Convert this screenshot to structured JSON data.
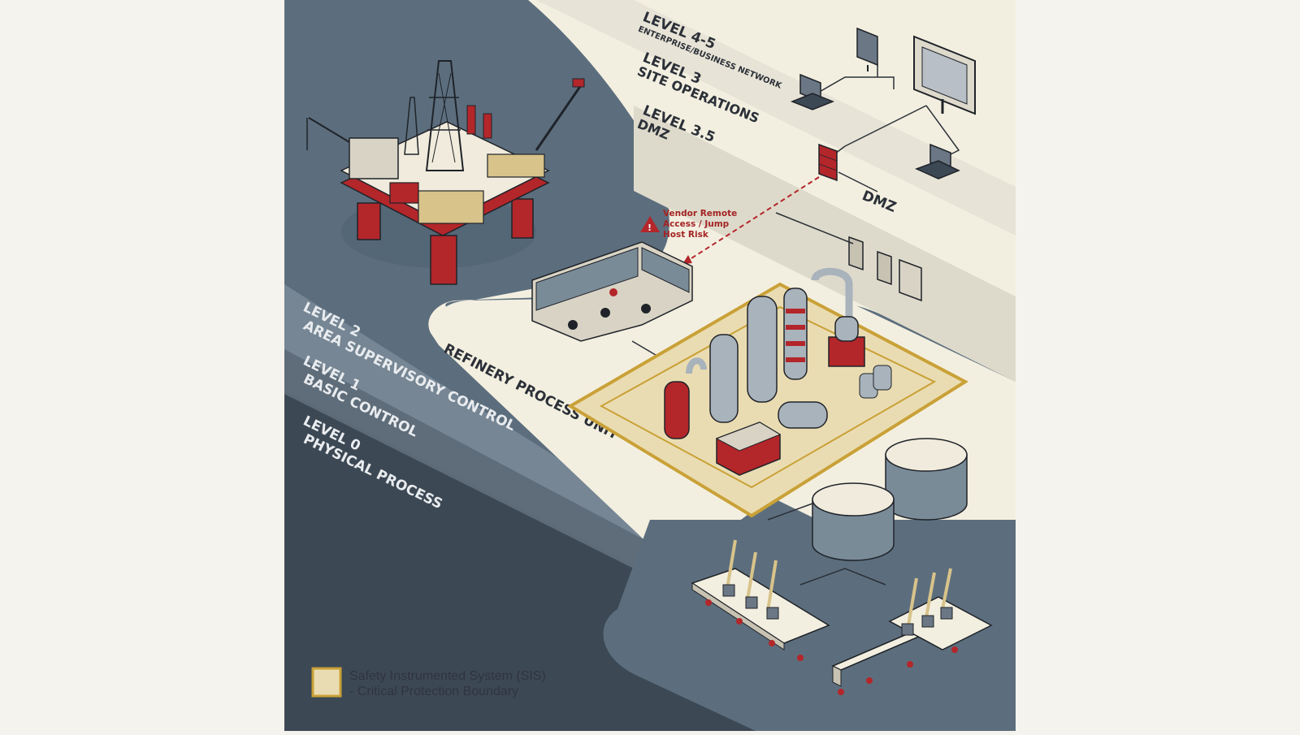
{
  "levels": {
    "l45_title": "LEVEL 4-5",
    "l45_sub": "ENTERPRISE/BUSINESS NETWORK",
    "l3_title": "LEVEL 3",
    "l3_sub": "SITE OPERATIONS",
    "l35_title": "LEVEL 3.5",
    "l35_sub": "DMZ",
    "l2_title": "LEVEL 2",
    "l2_sub": "AREA SUPERVISORY CONTROL",
    "l1_title": "LEVEL 1",
    "l1_sub": "BASIC CONTROL",
    "l0_title": "LEVEL 0",
    "l0_sub": "PHYSICAL PROCESS"
  },
  "dmz_label": "DMZ",
  "risk": {
    "line1": "Vendor Remote",
    "line2": "Access / Jump",
    "line3": "Host Risk"
  },
  "process_unit_label": "REFINERY PROCESS UNIT",
  "legend": {
    "line1": "Safety Instrumented System (SIS)",
    "line2": "- Critical Protection Boundary"
  },
  "colors": {
    "dark_slate": "#2f3944",
    "slate": "#5c6e7d",
    "light_slate": "#7a8b98",
    "cream": "#f3efe0",
    "light_band": "#ddd9cb",
    "accent_red": "#b3262a",
    "sis_gold": "#c9a137"
  },
  "icons": [
    "offshore-rig-icon",
    "laptop-icon",
    "monitor-icon",
    "firewall-icon",
    "server-icon",
    "control-room-icon",
    "distillation-column-icon",
    "storage-tank-icon",
    "warning-icon",
    "pipeline-valve-icon"
  ]
}
